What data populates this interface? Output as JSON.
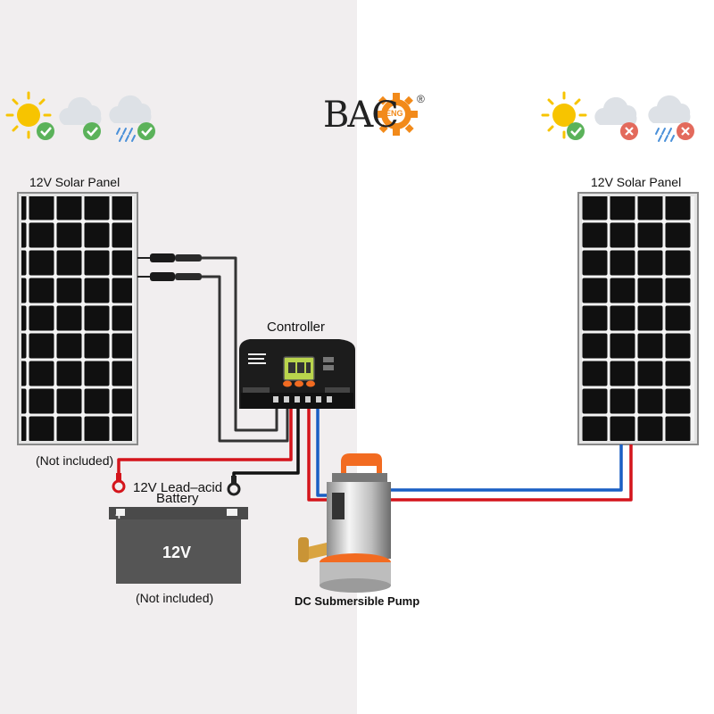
{
  "brand": {
    "logo_text": "BAC",
    "logo_badge": "ENG",
    "registered": "®"
  },
  "weather_left": [
    {
      "icon": "sun-icon",
      "status": "check-icon"
    },
    {
      "icon": "cloud-icon",
      "status": "check-icon"
    },
    {
      "icon": "rain-cloud-icon",
      "status": "check-icon"
    }
  ],
  "weather_right": [
    {
      "icon": "sun-icon",
      "status": "check-icon"
    },
    {
      "icon": "cloud-icon",
      "status": "cross-icon"
    },
    {
      "icon": "rain-cloud-icon",
      "status": "cross-icon"
    }
  ],
  "labels": {
    "solar_left": "12V Solar Panel",
    "solar_right": "12V Solar Panel",
    "controller": "Controller",
    "not_included_panel": "(Not included)",
    "battery_title_line1": "12V Lead–acid",
    "battery_title_line2": "Battery",
    "battery_voltage": "12V",
    "battery_plus": "+",
    "battery_minus": "−",
    "not_included_battery": "(Not included)",
    "pump": "DC Submersible Pump"
  },
  "colors": {
    "positive_wire": "#d4141b",
    "negative_wire": "#1a5fc4",
    "check": "#5bb25a",
    "cross": "#e36a5c",
    "pump_accent": "#f26b21"
  }
}
